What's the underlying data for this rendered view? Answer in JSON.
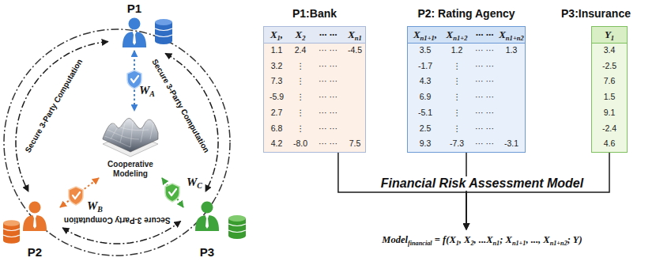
{
  "diagram": {
    "nodes": [
      {
        "text": [
          "P1"
        ]
      },
      {
        "text": [
          "P1:Bank",
          "X1,",
          "X2",
          "··· ···",
          "Xn1",
          "1.1",
          "2.4",
          "··· ···",
          "-4.5",
          "3.2",
          "⋮",
          "··· ···",
          "7.3",
          "⋮",
          "··· ···",
          "-5.9",
          "⋮",
          "··· ···",
          "2.7",
          "⋮",
          "··· ···",
          "6.8",
          "⋮",
          "··· ···",
          "4.2",
          "-8.0",
          "··· ···",
          "7.5"
        ]
      },
      {
        "text": [
          "P2: Rating Agency",
          "Xn1+1,",
          "Xn1+2",
          "··· ···",
          "Xn1+n2",
          "3.5",
          "1.2",
          "··· ···",
          "1.3",
          "-1.7",
          "⋮",
          "··· ···",
          "4.3",
          "⋮",
          "··· ···",
          "6.9",
          "⋮",
          "··· ···",
          "-5.1",
          "⋮",
          "··· ···",
          "2.5",
          "⋮",
          "··· ···",
          "9.3",
          "-7.3",
          "··· ···",
          "-3.1"
        ]
      },
      {
        "text": [
          "P3:Insurance",
          "Y1",
          "3.4",
          "-2.5",
          "7.6",
          "1.5",
          "9.1",
          "-2.4",
          "4.6"
        ]
      },
      {
        "text": [
          "Cooperative Modeling"
        ]
      },
      {
        "text": [
          "P2"
        ]
      },
      {
        "text": [
          "P3"
        ]
      },
      {
        "text": [
          "Modelfinancial = f(X1, X2, ...Xn1; Xn1+1, ..., Xn1+n2; Y)"
        ]
      }
    ],
    "edges": [
      {
        "from": 0,
        "to": 5,
        "arrow": "both",
        "label": "Secure 3-Party Computation"
      },
      {
        "from": 0,
        "to": 6,
        "arrow": "both",
        "label": "Secure 3-Party Computation"
      },
      {
        "from": 5,
        "to": 6,
        "arrow": "both",
        "label": "Secure 3-Party Computation"
      },
      {
        "from": 0,
        "to": 4,
        "arrow": "both",
        "label": "WA"
      },
      {
        "from": 5,
        "to": 4,
        "arrow": "both",
        "label": "WB"
      },
      {
        "from": 6,
        "to": 4,
        "arrow": "both",
        "label": "WC"
      },
      {
        "from": 1,
        "to": 7,
        "arrow": "to"
      },
      {
        "from": 2,
        "to": 7,
        "arrow": "to"
      },
      {
        "from": 3,
        "to": 7,
        "arrow": "to"
      }
    ],
    "labels": [
      "Financial Risk Assessment Model"
    ]
  }
}
